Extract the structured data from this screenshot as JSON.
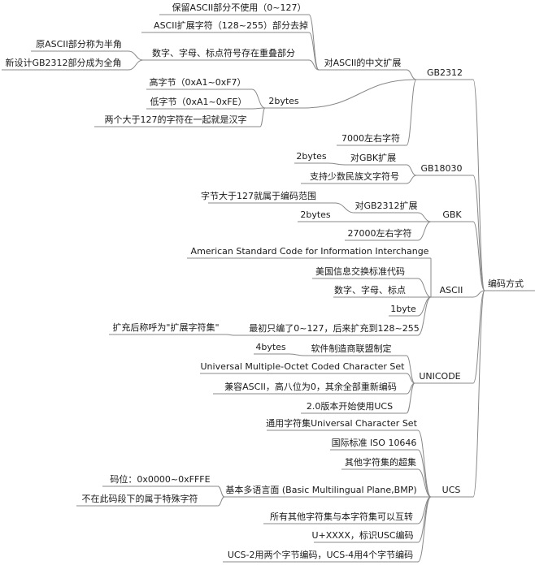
{
  "mindmap": {
    "root": {
      "label": "编码方式"
    },
    "nodes": [
      {
        "id": "gb2312",
        "label": "GB2312"
      },
      {
        "id": "gb2312-ext",
        "label": "对ASCII的中文扩展"
      },
      {
        "id": "gb2312-keep",
        "label": "保留ASCII部分不使用（0~127）"
      },
      {
        "id": "gb2312-remove",
        "label": "ASCII扩展字符（128~255）部分去掉"
      },
      {
        "id": "gb2312-overlap",
        "label": "数字、字母、标点符号存在重叠部分"
      },
      {
        "id": "gb2312-half",
        "label": "原ASCII部分称为半角"
      },
      {
        "id": "gb2312-full",
        "label": "新设计GB2312部分成为全角"
      },
      {
        "id": "gb2312-2bytes",
        "label": "2bytes"
      },
      {
        "id": "gb2312-high",
        "label": "高字节（0xA1~0xF7）"
      },
      {
        "id": "gb2312-low",
        "label": "低字节（0xA1~0xFE）"
      },
      {
        "id": "gb2312-han",
        "label": "两个大于127的字符在一起就是汉字"
      },
      {
        "id": "gb2312-7000",
        "label": "7000左右字符"
      },
      {
        "id": "gb18030",
        "label": "GB18030"
      },
      {
        "id": "gb18030-ext",
        "label": "对GBK扩展"
      },
      {
        "id": "gb18030-2bytes",
        "label": "2bytes"
      },
      {
        "id": "gb18030-minority",
        "label": "支持少数民族文字符号"
      },
      {
        "id": "gbk",
        "label": "GBK"
      },
      {
        "id": "gbk-ext",
        "label": "对GB2312扩展"
      },
      {
        "id": "gbk-range",
        "label": "字节大于127就属于编码范围"
      },
      {
        "id": "gbk-2bytes",
        "label": "2bytes"
      },
      {
        "id": "gbk-27000",
        "label": "27000左右字符"
      },
      {
        "id": "ascii",
        "label": "ASCII"
      },
      {
        "id": "ascii-full",
        "label": "American Standard Code for Information Interchange"
      },
      {
        "id": "ascii-cn",
        "label": "美国信息交换标准代码"
      },
      {
        "id": "ascii-chars",
        "label": "数字、字母、标点"
      },
      {
        "id": "ascii-1byte",
        "label": "1byte"
      },
      {
        "id": "ascii-range",
        "label": "最初只编了0~127，后来扩充到128~255"
      },
      {
        "id": "ascii-extset",
        "label": "扩充后称呼为\"扩展字符集\""
      },
      {
        "id": "unicode",
        "label": "UNICODE"
      },
      {
        "id": "unicode-maker",
        "label": "软件制造商联盟制定"
      },
      {
        "id": "unicode-4bytes",
        "label": "4bytes"
      },
      {
        "id": "unicode-full",
        "label": "Universal Multiple-Octet Coded Character Set"
      },
      {
        "id": "unicode-compat",
        "label": "兼容ASCII，高八位为0，其余全部重新编码"
      },
      {
        "id": "unicode-ucs",
        "label": "2.0版本开始使用UCS"
      },
      {
        "id": "ucs",
        "label": "UCS"
      },
      {
        "id": "ucs-full",
        "label": "通用字符集Universal Character Set"
      },
      {
        "id": "ucs-iso",
        "label": "国际标准 ISO 10646"
      },
      {
        "id": "ucs-superset",
        "label": "其他字符集的超集"
      },
      {
        "id": "ucs-bmp",
        "label": "基本多语言面 (Basic Multilingual Plane,BMP)"
      },
      {
        "id": "ucs-bmp-range",
        "label": "码位：0x0000~0xFFFE"
      },
      {
        "id": "ucs-bmp-special",
        "label": "不在此码段下的属于特殊字符"
      },
      {
        "id": "ucs-convert",
        "label": "所有其他字符集与本字符集可以互转"
      },
      {
        "id": "ucs-uxxxx",
        "label": "U+XXXX，标识USC编码"
      },
      {
        "id": "ucs-encoding",
        "label": "UCS-2用两个字节编码，UCS-4用4个字节编码"
      }
    ],
    "edges": [
      [
        "root",
        "gb2312"
      ],
      [
        "root",
        "gb18030"
      ],
      [
        "root",
        "gbk"
      ],
      [
        "root",
        "ascii"
      ],
      [
        "root",
        "unicode"
      ],
      [
        "root",
        "ucs"
      ],
      [
        "gb2312",
        "gb2312-ext"
      ],
      [
        "gb2312",
        "gb2312-2bytes"
      ],
      [
        "gb2312",
        "gb2312-7000"
      ],
      [
        "gb2312-ext",
        "gb2312-keep"
      ],
      [
        "gb2312-ext",
        "gb2312-remove"
      ],
      [
        "gb2312-ext",
        "gb2312-overlap"
      ],
      [
        "gb2312-overlap",
        "gb2312-half"
      ],
      [
        "gb2312-overlap",
        "gb2312-full"
      ],
      [
        "gb2312-2bytes",
        "gb2312-high"
      ],
      [
        "gb2312-2bytes",
        "gb2312-low"
      ],
      [
        "gb2312-2bytes",
        "gb2312-han"
      ],
      [
        "gb18030",
        "gb18030-ext"
      ],
      [
        "gb18030",
        "gb18030-minority"
      ],
      [
        "gb18030-ext",
        "gb18030-2bytes"
      ],
      [
        "gbk",
        "gbk-ext"
      ],
      [
        "gbk",
        "gbk-2bytes"
      ],
      [
        "gbk",
        "gbk-27000"
      ],
      [
        "gbk-ext",
        "gbk-range"
      ],
      [
        "ascii",
        "ascii-full"
      ],
      [
        "ascii",
        "ascii-cn"
      ],
      [
        "ascii",
        "ascii-chars"
      ],
      [
        "ascii",
        "ascii-1byte"
      ],
      [
        "ascii",
        "ascii-range"
      ],
      [
        "ascii-range",
        "ascii-extset"
      ],
      [
        "unicode",
        "unicode-maker"
      ],
      [
        "unicode",
        "unicode-full"
      ],
      [
        "unicode",
        "unicode-compat"
      ],
      [
        "unicode",
        "unicode-ucs"
      ],
      [
        "unicode-maker",
        "unicode-4bytes"
      ],
      [
        "ucs",
        "ucs-full"
      ],
      [
        "ucs",
        "ucs-iso"
      ],
      [
        "ucs",
        "ucs-superset"
      ],
      [
        "ucs",
        "ucs-bmp"
      ],
      [
        "ucs",
        "ucs-convert"
      ],
      [
        "ucs",
        "ucs-uxxxx"
      ],
      [
        "ucs",
        "ucs-encoding"
      ],
      [
        "ucs-bmp",
        "ucs-bmp-range"
      ],
      [
        "ucs-bmp",
        "ucs-bmp-special"
      ]
    ],
    "line_color": "#888888",
    "text_color": "#1a1a1a"
  }
}
